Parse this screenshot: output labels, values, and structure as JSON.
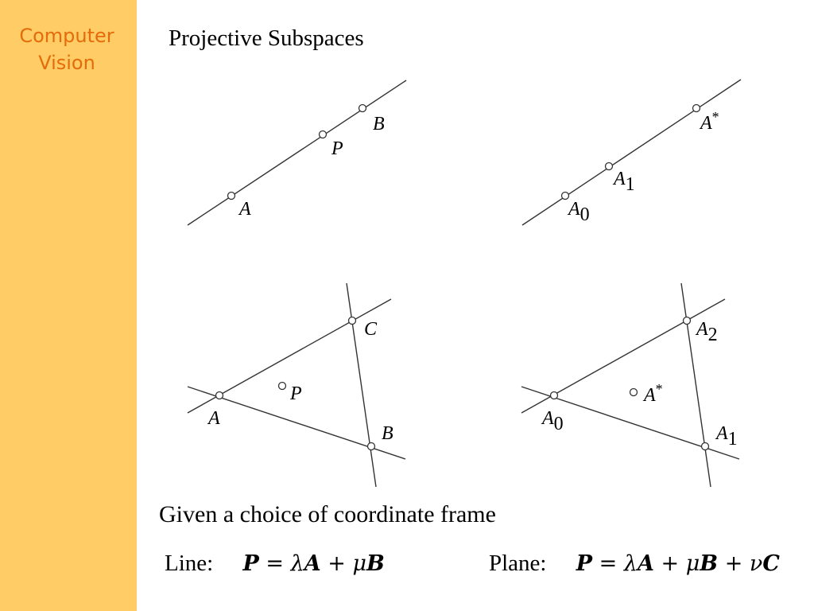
{
  "sidebar": {
    "title": "Computer Vision"
  },
  "slide": {
    "title": "Projective Subspaces",
    "caption": "Given a choice of coordinate frame"
  },
  "diagrams": {
    "line_points": [
      "A",
      "P",
      "B"
    ],
    "line_frame_points": [
      "A0",
      "A1",
      "A*"
    ],
    "plane_points": [
      "A",
      "B",
      "C",
      "P"
    ],
    "plane_frame_points": [
      "A0",
      "A1",
      "A2",
      "A*"
    ]
  },
  "formulas": {
    "line": {
      "label": "Line:",
      "equation": "P = λA + μB"
    },
    "plane": {
      "label": "Plane:",
      "equation": "P = λA + μB + νC"
    }
  }
}
